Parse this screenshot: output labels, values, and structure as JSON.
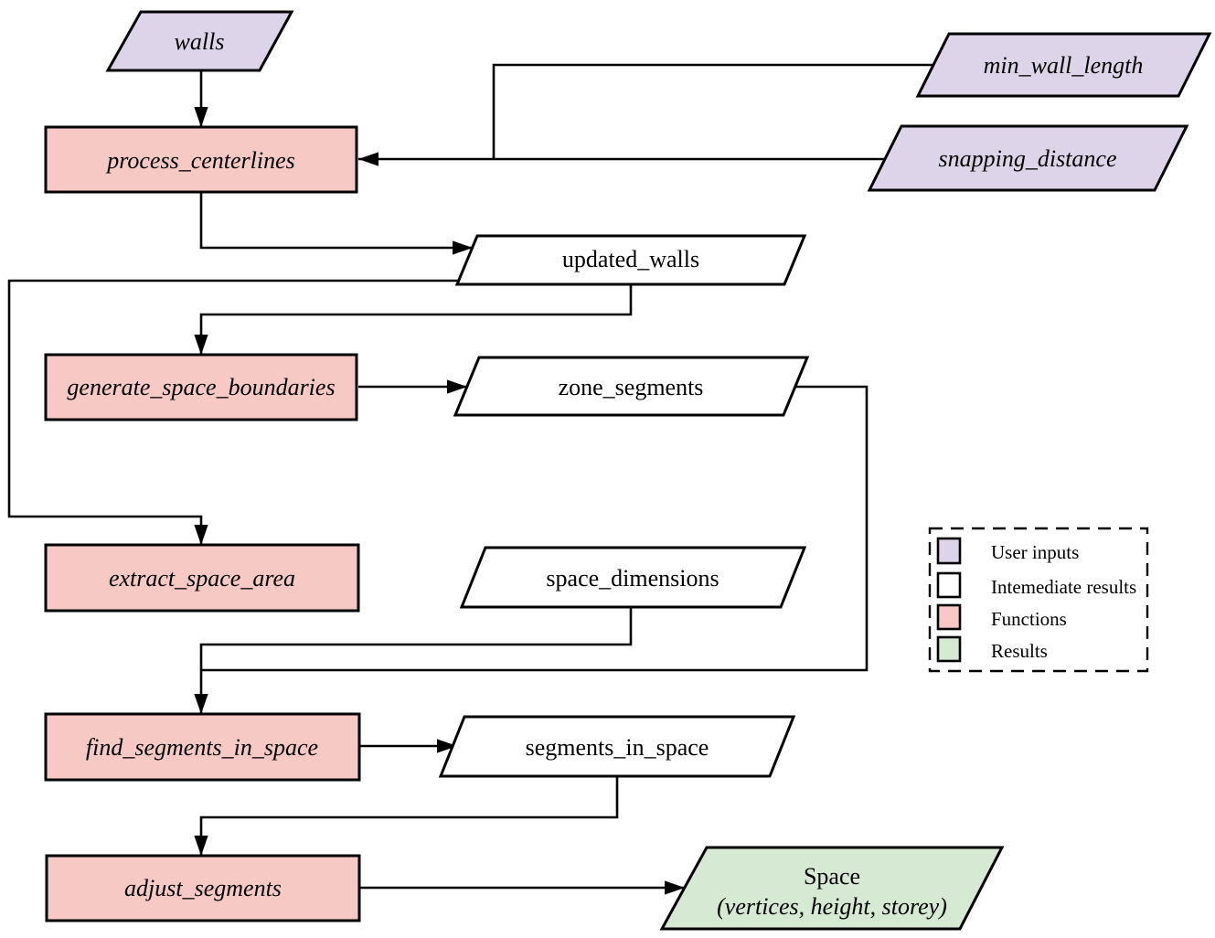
{
  "diagram": {
    "nodes": {
      "walls": {
        "label": "walls",
        "type": "user input"
      },
      "min_wall_length": {
        "label": "min_wall_length",
        "type": "user input"
      },
      "snapping_distance": {
        "label": "snapping_distance",
        "type": "user input"
      },
      "process_centerlines": {
        "label": "process_centerlines",
        "type": "function"
      },
      "updated_walls": {
        "label": "updated_walls",
        "type": "intermediate result"
      },
      "generate_space_boundaries": {
        "label": "generate_space_boundaries",
        "type": "function"
      },
      "zone_segments": {
        "label": "zone_segments",
        "type": "intermediate result"
      },
      "extract_space_area": {
        "label": "extract_space_area",
        "type": "function"
      },
      "space_dimensions": {
        "label": "space_dimensions",
        "type": "intermediate result"
      },
      "find_segments_in_space": {
        "label": "find_segments_in_space",
        "type": "function"
      },
      "segments_in_space": {
        "label": "segments_in_space",
        "type": "intermediate result"
      },
      "adjust_segments": {
        "label": "adjust_segments",
        "type": "function"
      },
      "space": {
        "label_line1": "Space",
        "label_line2": "(vertices, height, storey)",
        "type": "result"
      }
    },
    "legend": {
      "items": [
        {
          "label": "User inputs",
          "color": "#ddd4e9"
        },
        {
          "label": "Intemediate results",
          "color": "#ffffff"
        },
        {
          "label": "Functions",
          "color": "#f7c9c5"
        },
        {
          "label": "Results",
          "color": "#d6e9d2"
        }
      ]
    },
    "colors": {
      "user_input": "#ddd4e9",
      "intermediate": "#ffffff",
      "function": "#f7c9c5",
      "result": "#d6e9d2",
      "stroke": "#000000"
    }
  }
}
